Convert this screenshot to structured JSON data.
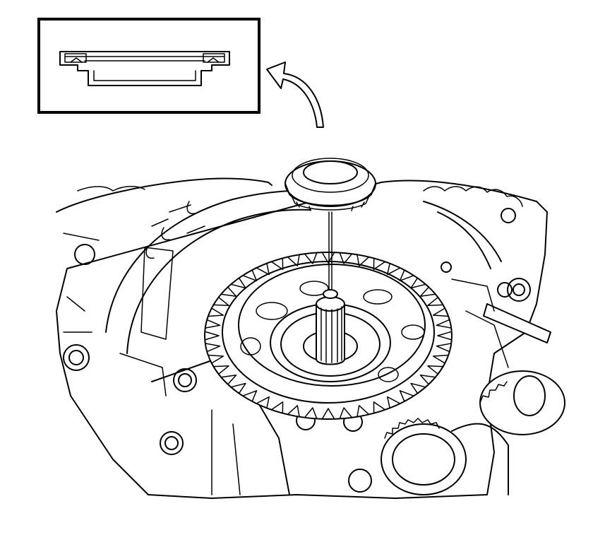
{
  "figure": {
    "components": [
      {
        "name": "detail-inset",
        "icon": "seal-cross-section-detail"
      },
      {
        "name": "callout-arrow",
        "icon": "curved-arrow"
      },
      {
        "name": "seal",
        "icon": "oil-seal"
      },
      {
        "name": "transmission-case",
        "icon": "transmission-housing"
      },
      {
        "name": "ring-gear",
        "icon": "internal-ring-gear"
      },
      {
        "name": "shaft",
        "icon": "splined-input-shaft"
      },
      {
        "name": "side-gears",
        "icon": "gear-train"
      }
    ],
    "colors": {
      "line": "#000000",
      "background": "#ffffff"
    }
  }
}
